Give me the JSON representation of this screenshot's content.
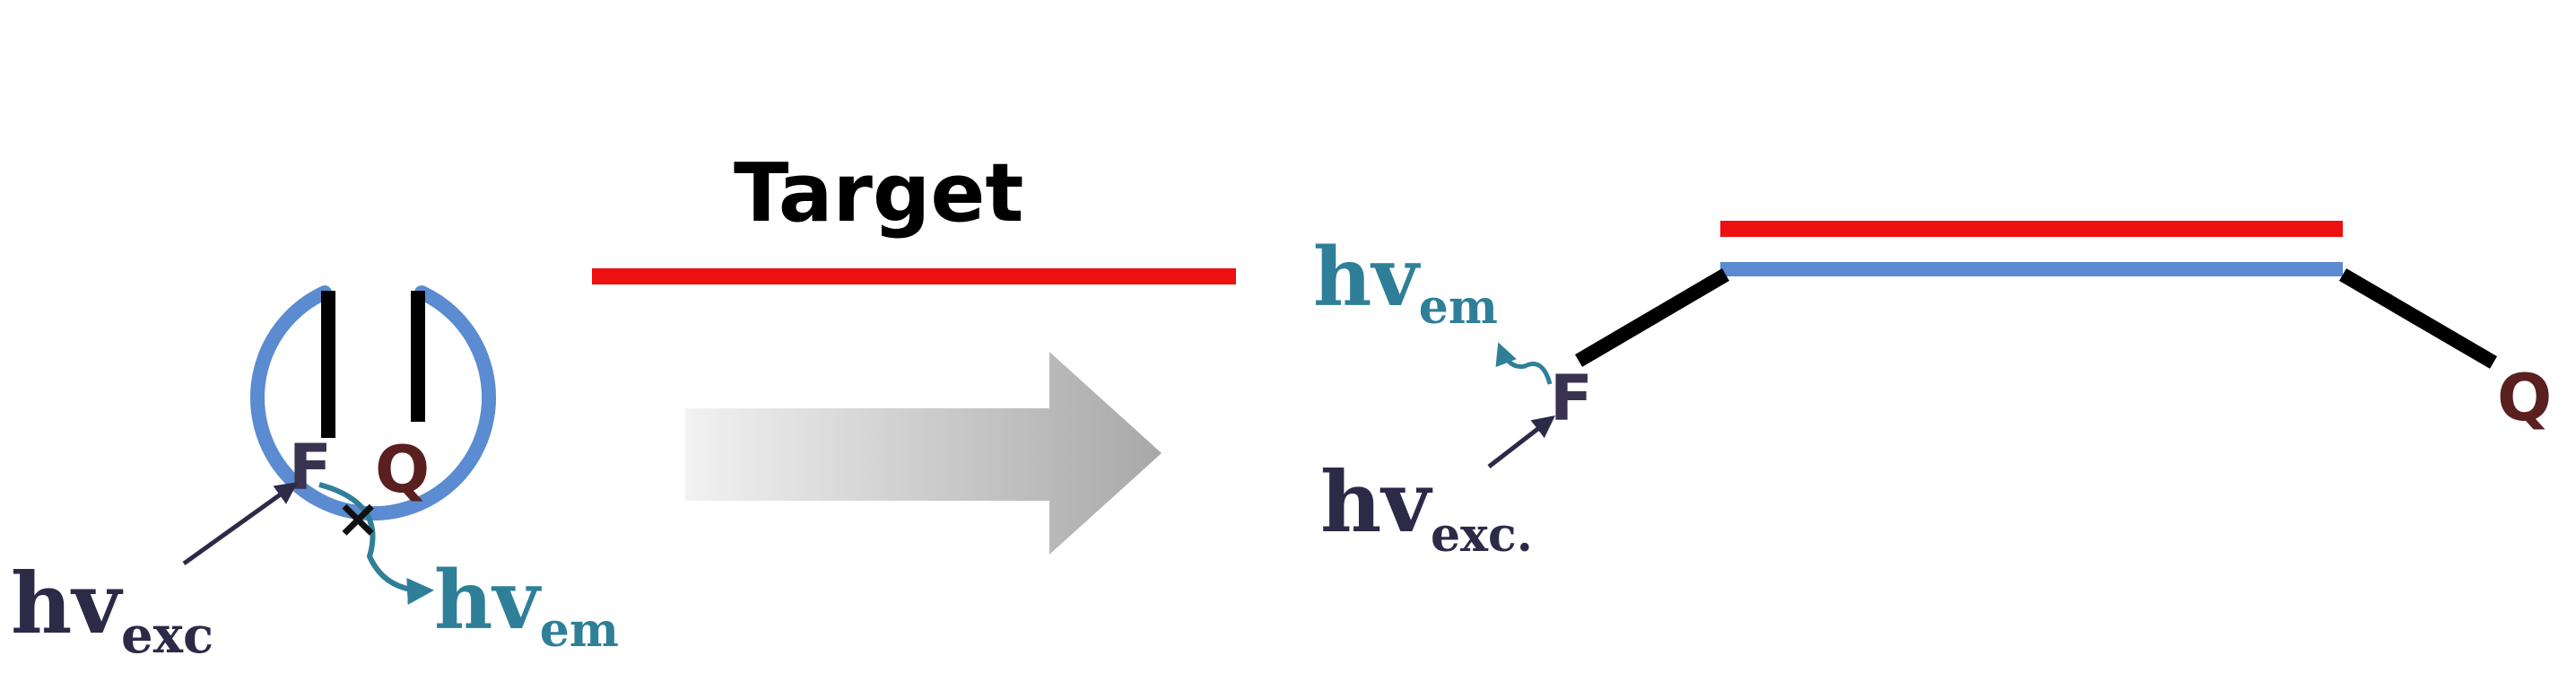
{
  "colors": {
    "loop_blue": "#5b8bd0",
    "target_red": "#ee1111",
    "stem_black": "#000000",
    "fluor_purple": "#3a3350",
    "quench_brown": "#5a1f1f",
    "emission_teal": "#2f7f98",
    "excitation_navy": "#2d2a48",
    "arrow_gray_start": "#f2f2f2",
    "arrow_gray_end": "#a8a8a8"
  },
  "left_probe": {
    "fluorophore": "F",
    "quencher": "Q",
    "excitation_main": "hv",
    "excitation_sub": "exc",
    "emission_main": "hv",
    "emission_sub": "em",
    "blocked_mark": "×"
  },
  "middle": {
    "target_label": "Target"
  },
  "right_probe": {
    "fluorophore": "F",
    "quencher": "Q",
    "emission_main": "hv",
    "emission_sub": "em",
    "excitation_main": "hv",
    "excitation_sub": "exc."
  }
}
